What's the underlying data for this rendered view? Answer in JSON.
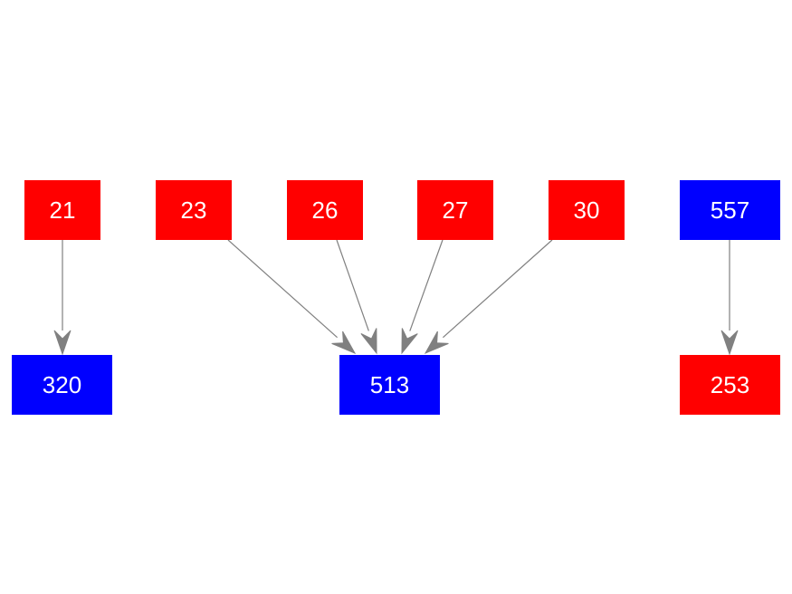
{
  "colors": {
    "red": "#ff0000",
    "blue": "#0000ff",
    "edge": "#808080",
    "label": "#ffffff"
  },
  "nodes": [
    {
      "id": "n21",
      "label": "21",
      "color": "red"
    },
    {
      "id": "n23",
      "label": "23",
      "color": "red"
    },
    {
      "id": "n26",
      "label": "26",
      "color": "red"
    },
    {
      "id": "n27",
      "label": "27",
      "color": "red"
    },
    {
      "id": "n30",
      "label": "30",
      "color": "red"
    },
    {
      "id": "n557",
      "label": "557",
      "color": "blue"
    },
    {
      "id": "n320",
      "label": "320",
      "color": "blue"
    },
    {
      "id": "n513",
      "label": "513",
      "color": "blue"
    },
    {
      "id": "n253",
      "label": "253",
      "color": "red"
    }
  ],
  "edges": [
    {
      "from": "n21",
      "to": "n320"
    },
    {
      "from": "n23",
      "to": "n513"
    },
    {
      "from": "n26",
      "to": "n513"
    },
    {
      "from": "n27",
      "to": "n513"
    },
    {
      "from": "n30",
      "to": "n513"
    },
    {
      "from": "n557",
      "to": "n253"
    }
  ]
}
